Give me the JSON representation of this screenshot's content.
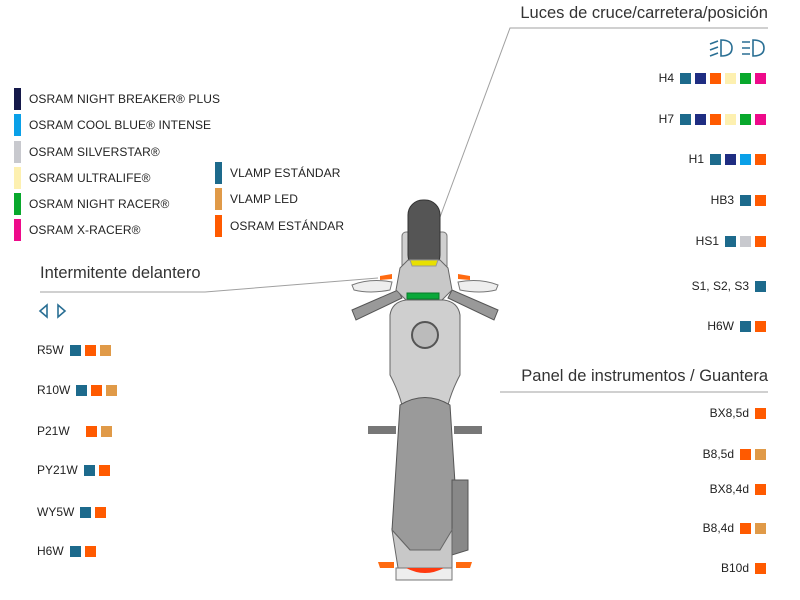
{
  "colors": {
    "night_breaker": "#15194a",
    "cool_blue": "#0aa0e8",
    "silverstar": "#c8c9ce",
    "ultralife": "#fdf0b0",
    "night_racer": "#08a82c",
    "x_racer": "#ee0a8a",
    "vlamp_std": "#1d6a8c",
    "vlamp_led": "#e09a48",
    "osram_std": "#ff5a00",
    "navy": "#1f2d82",
    "line": "#999999",
    "icon": "#2a6f94"
  },
  "legend": [
    {
      "label": "OSRAM NIGHT BREAKER® PLUS",
      "color": "night_breaker"
    },
    {
      "label": "OSRAM COOL BLUE® INTENSE",
      "color": "cool_blue"
    },
    {
      "label": "OSRAM SILVERSTAR®",
      "color": "silverstar"
    },
    {
      "label": "OSRAM ULTRALIFE®",
      "color": "ultralife"
    },
    {
      "label": "OSRAM NIGHT RACER®",
      "color": "night_racer"
    },
    {
      "label": "OSRAM X-RACER®",
      "color": "x_racer"
    }
  ],
  "legend2": [
    {
      "label": "VLAMP ESTÁNDAR",
      "color": "vlamp_std"
    },
    {
      "label": "VLAMP LED",
      "color": "vlamp_led"
    },
    {
      "label": "OSRAM ESTÁNDAR",
      "color": "osram_std"
    }
  ],
  "sections": {
    "headlights": "Luces de cruce/carretera/posición",
    "indicators": "Intermitente delantero",
    "panel": "Panel de instrumentos / Guantera"
  },
  "headlight_icons": [
    "low-beam-icon",
    "high-beam-icon"
  ],
  "indicator_icons": [
    "arrow-left-icon",
    "arrow-right-icon"
  ],
  "headlight_rows": [
    {
      "label": "H4",
      "swatches": [
        "vlamp_std",
        "navy",
        "osram_std",
        "ultralife",
        "night_racer",
        "x_racer"
      ]
    },
    {
      "label": "H7",
      "swatches": [
        "vlamp_std",
        "navy",
        "osram_std",
        "ultralife",
        "night_racer",
        "x_racer"
      ]
    },
    {
      "label": "H1",
      "swatches": [
        "vlamp_std",
        "navy",
        "cool_blue",
        "osram_std"
      ]
    },
    {
      "label": "HB3",
      "swatches": [
        "vlamp_std",
        "osram_std"
      ]
    },
    {
      "label": "HS1",
      "swatches": [
        "vlamp_std",
        "silverstar",
        "osram_std"
      ]
    },
    {
      "label": "S1, S2, S3",
      "swatches": [
        "vlamp_std"
      ]
    },
    {
      "label": "H6W",
      "swatches": [
        "vlamp_std",
        "osram_std"
      ]
    }
  ],
  "panel_rows": [
    {
      "label": "BX8,5d",
      "swatches": [
        "osram_std"
      ]
    },
    {
      "label": "B8,5d",
      "swatches": [
        "osram_std",
        "vlamp_led"
      ]
    },
    {
      "label": "BX8,4d",
      "swatches": [
        "osram_std"
      ]
    },
    {
      "label": "B8,4d",
      "swatches": [
        "osram_std",
        "vlamp_led"
      ]
    },
    {
      "label": "B10d",
      "swatches": [
        "osram_std"
      ]
    }
  ],
  "indicator_rows": [
    {
      "label": "R5W",
      "swatches": [
        "vlamp_std",
        "osram_std",
        "vlamp_led"
      ]
    },
    {
      "label": "R10W",
      "swatches": [
        "vlamp_std",
        "osram_std",
        "vlamp_led"
      ]
    },
    {
      "label": "P21W",
      "swatches": [
        "osram_std",
        "vlamp_led"
      ]
    },
    {
      "label": "PY21W",
      "swatches": [
        "vlamp_std",
        "osram_std"
      ]
    },
    {
      "label": "WY5W",
      "swatches": [
        "vlamp_std",
        "osram_std"
      ]
    },
    {
      "label": "H6W",
      "swatches": [
        "vlamp_std",
        "osram_std"
      ]
    }
  ]
}
